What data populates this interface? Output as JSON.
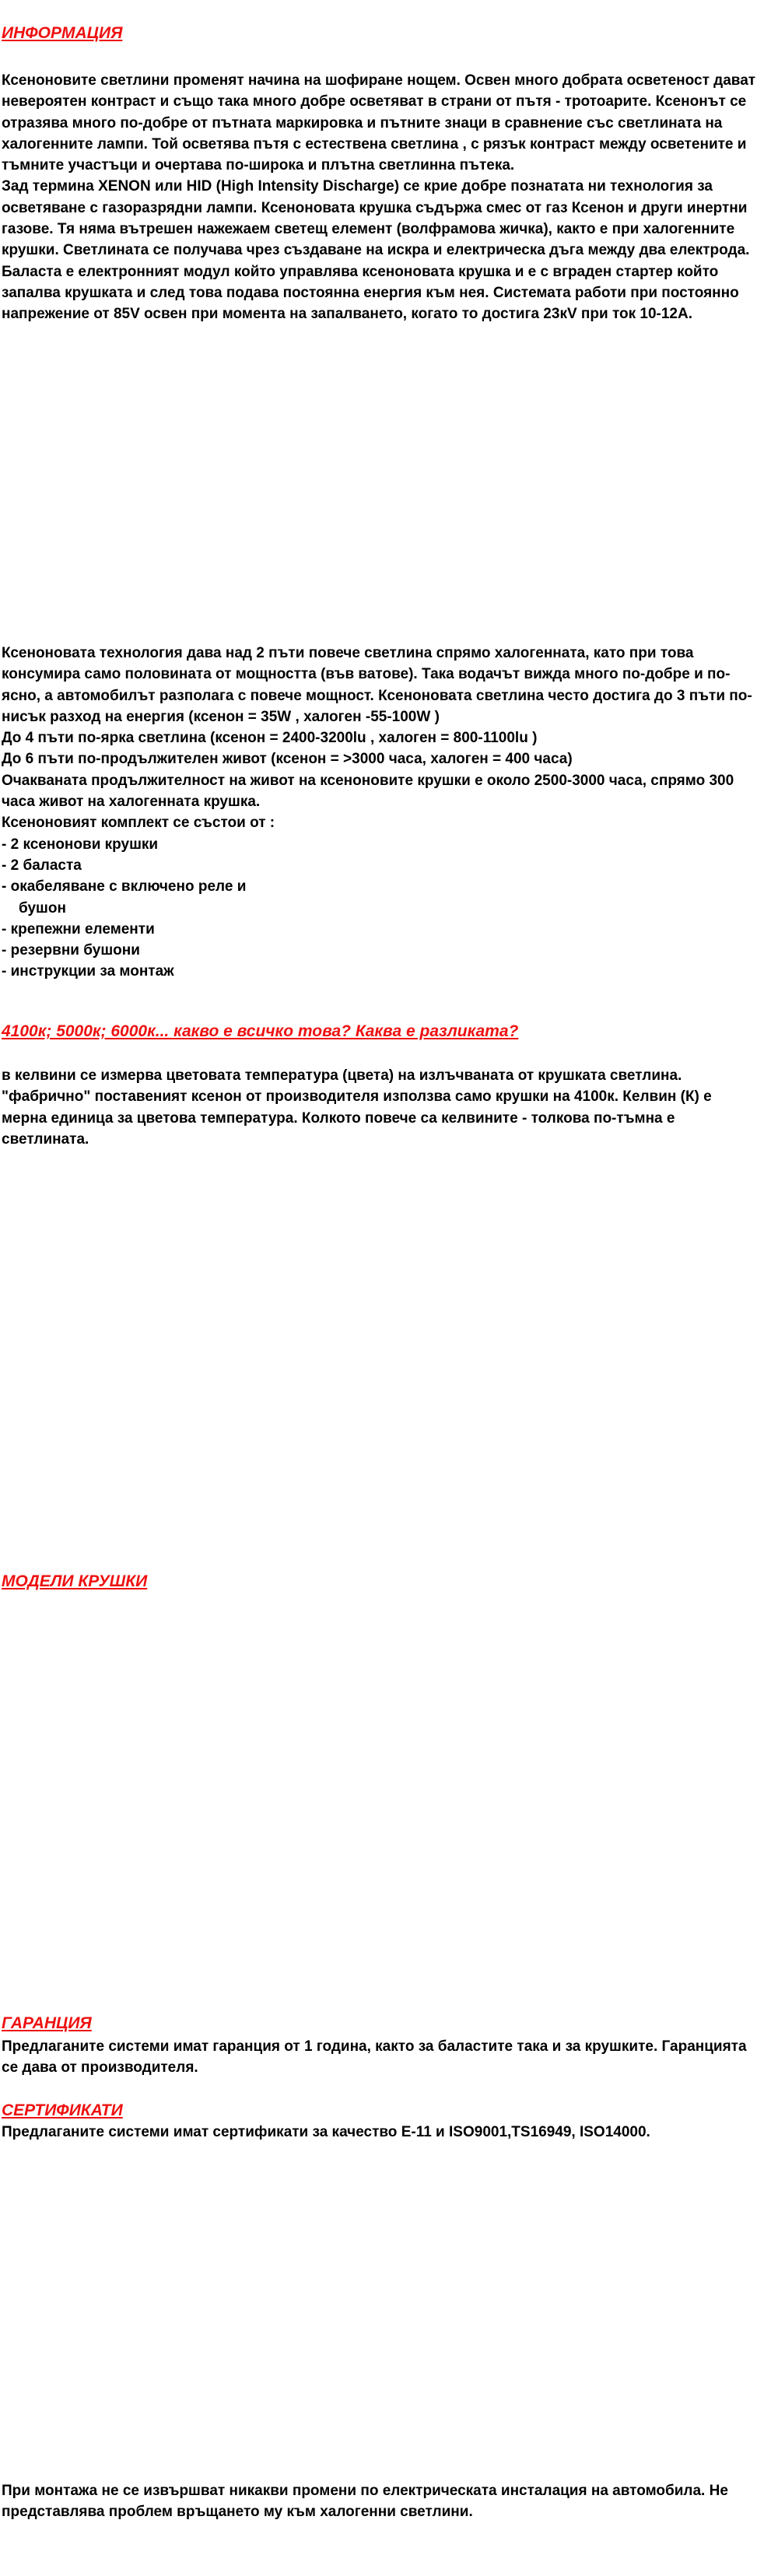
{
  "sections": {
    "info": {
      "heading": "ИНФОРМАЦИЯ",
      "paragraphs": [
        "Ксеноновите светлини променят начина на шофиране нощем. Освен много добрата осветеност дават невероятен контраст и също така много добре осветяват в страни от пътя - тротоарите. Ксенонът се отразява много по-добре от пътната маркировка и пътните знаци в сравнение със светлината на халогенните лампи. Той осветява пътя с естествена светлина , с рязък контраст между осветените и тъмните участъци и очертава по-широка и плътна светлинна пътека.",
        "Зад термина XENON или  HID (High Intensity Discharge) се крие добре познатата ни технология за осветяване с газоразрядни лампи. Ксеноновата крушка съдържа смес от газ Ксенон и други инертни газове. Тя няма вътрешен нажежаем светещ елемент (волфрамова жичка), както е при халогенните крушки. Светлината се получава чрез създаване на искра и електрическа дъга между два електрода. Баласта е електронният модул който управлява ксеноновата крушка и е с вграден стартер който запалва крушката и след това подава постоянна енергия към нея. Системата работи при постоянно напрежение от 85V освен при момента на запалването, когато то достига 23кV при ток 10-12A."
      ]
    },
    "technology": {
      "lines": [
        " Ксеноновата технология дава над 2 пъти повече светлина спрямо халогенната, като при това консумира само половината от мощността (във ватове). Така водачът вижда много по-добре и по-ясно, а автомобилът разполага с повече мощност. Ксеноновата светлина често достига до 3 пъти по-нисък разход на енергия (ксенон = 35W , халоген -55-100W )",
        "До 4 пъти по-ярка светлина (ксенон = 2400-3200lu , халоген = 800-1100lu )",
        "До 6 пъти по-продължителен живот (ксенон = >3000 часа, халоген = 400 часа)",
        "Очакваната продължителност на живот на ксеноновите крушки е около 2500-3000 часа, спрямо 300 часа живот на халогенната крушка.",
        "Ксеноновият комплект се състои от :",
        "- 2 ксенонови крушки",
        "- 2 баласта",
        "- окабеляване с включено реле и",
        "бушон",
        "- крепежни елементи",
        "- резервни бушони",
        "- инструкции за монтаж"
      ]
    },
    "kelvin": {
      "heading": "4100к; 5000к; 6000к... какво е всичко това? Каква е разликата?",
      "paragraph": "в келвини се измерва цветовата температура (цвета) на излъчваната от крушката светлина. \"фабрично\" поставеният ксенон от производителя използва само крушки на 4100к. Келвин (К) е мерна единица за цветова температура. Колкото повече са келвините - толкова по-тъмна е светлината."
    },
    "models": {
      "heading": "МОДЕЛИ КРУШКИ"
    },
    "warranty": {
      "heading": "ГАРАНЦИЯ",
      "paragraph": "Предлаганите системи имат гаранция от 1 година, както за баластите така и за крушките. Гаранцията се дава от производителя."
    },
    "certificates": {
      "heading": "СЕРТИФИКАТИ",
      "paragraph": "Предлаганите системи имат сертификати за качество E-11 и ISO9001,TS16949, ISO14000."
    },
    "footer": {
      "paragraph": "При монтажа не се извършват никакви промени по електрическата инсталация на автомобила. Не представлява проблем връщането му към халогенни светлини."
    }
  },
  "colors": {
    "heading": "#ee1111",
    "text": "#000000",
    "background": "#ffffff"
  }
}
